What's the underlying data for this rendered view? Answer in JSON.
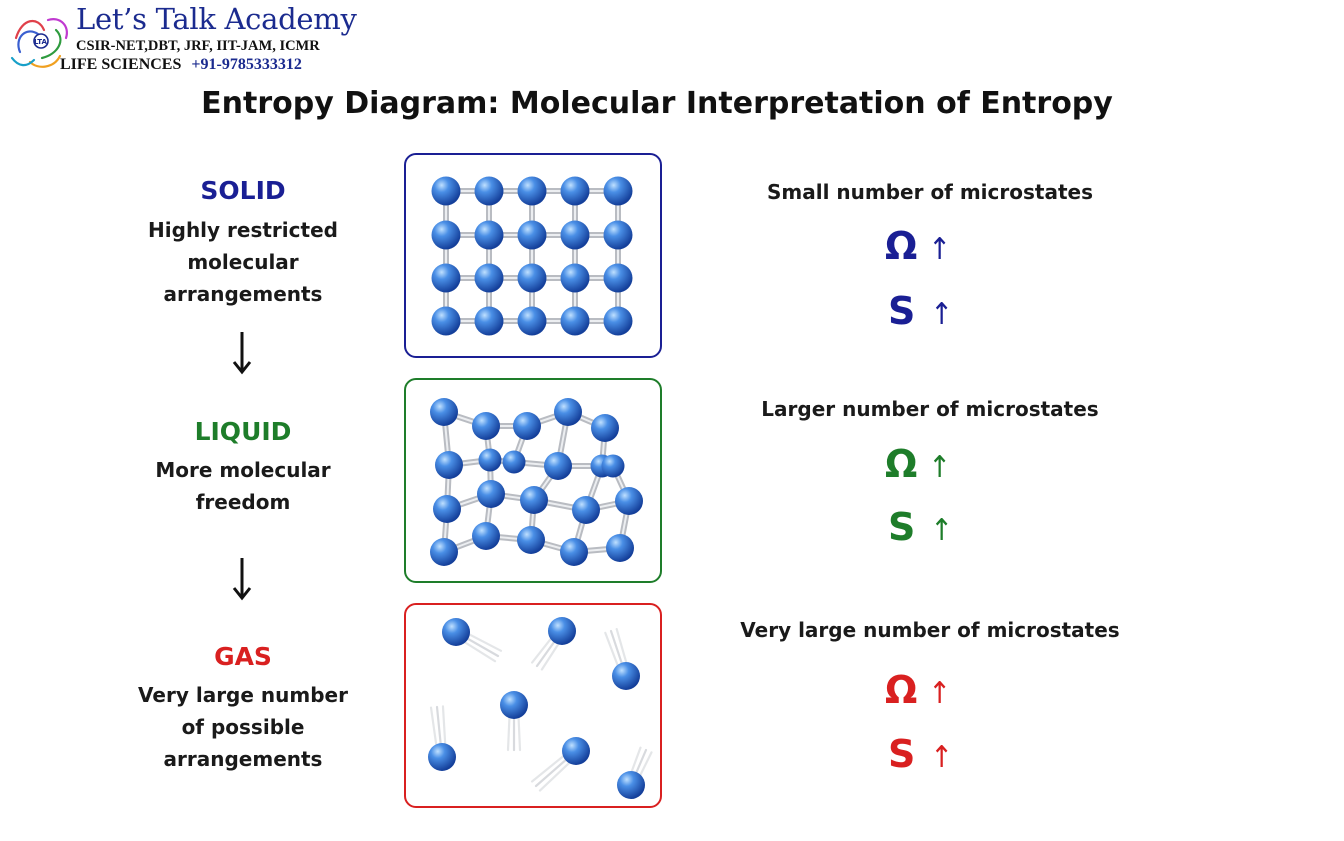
{
  "header": {
    "title": "Let’s Talk Academy",
    "subtitle": "CSIR-NET,DBT, JRF, IIT-JAM, ICMR",
    "tagline": "LIFE SCIENCES",
    "phone": "+91-9785333312"
  },
  "page_title": "Entropy Diagram: Molecular Interpretation of Entropy",
  "states": [
    {
      "name": "SOLID",
      "color": "#1a1f94",
      "desc": [
        "Highly restricted",
        "molecular",
        "arrangements"
      ],
      "microstates": "Small number of microstates",
      "omega": "Ω",
      "entropy": "S",
      "arrow": "↑"
    },
    {
      "name": "LIQUID",
      "color": "#1e7d2a",
      "desc": [
        "More molecular",
        "freedom"
      ],
      "microstates": "Larger number of microstates",
      "omega": "Ω",
      "entropy": "S",
      "arrow": "↑"
    },
    {
      "name": "GAS",
      "color": "#d92020",
      "desc": [
        "Very large number",
        "of possible",
        "arrangements"
      ],
      "microstates": "Very large number of microstates",
      "omega": "Ω",
      "entropy": "S",
      "arrow": "↑"
    }
  ],
  "transition_arrow": "↓",
  "molecule_color": "#2f6fd4"
}
